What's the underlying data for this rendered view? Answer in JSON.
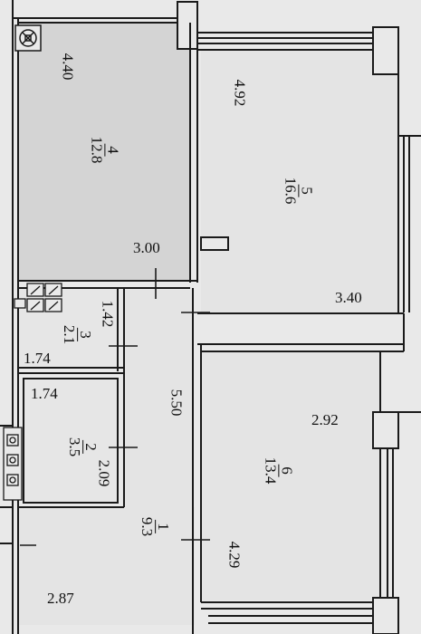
{
  "rooms": [
    {
      "number": "4",
      "area": "12.8"
    },
    {
      "number": "5",
      "area": "16.6"
    },
    {
      "number": "3",
      "area": "2.1"
    },
    {
      "number": "2",
      "area": "3.5"
    },
    {
      "number": "1",
      "area": "9.3"
    },
    {
      "number": "6",
      "area": "13.4"
    }
  ],
  "dimensions": {
    "d_4_40": "4.40",
    "d_4_92": "4.92",
    "d_3_00": "3.00",
    "d_3_40": "3.40",
    "d_1_42": "1.42",
    "d_1_74_top": "1.74",
    "d_1_74_bottom": "1.74",
    "d_5_50": "5.50",
    "d_2_92": "2.92",
    "d_2_09": "2.09",
    "d_4_29": "4.29",
    "d_2_87": "2.87"
  },
  "colors": {
    "wall": "#1a1a1a",
    "paper": "#e9e9e9",
    "room": "#d6d6d6"
  }
}
